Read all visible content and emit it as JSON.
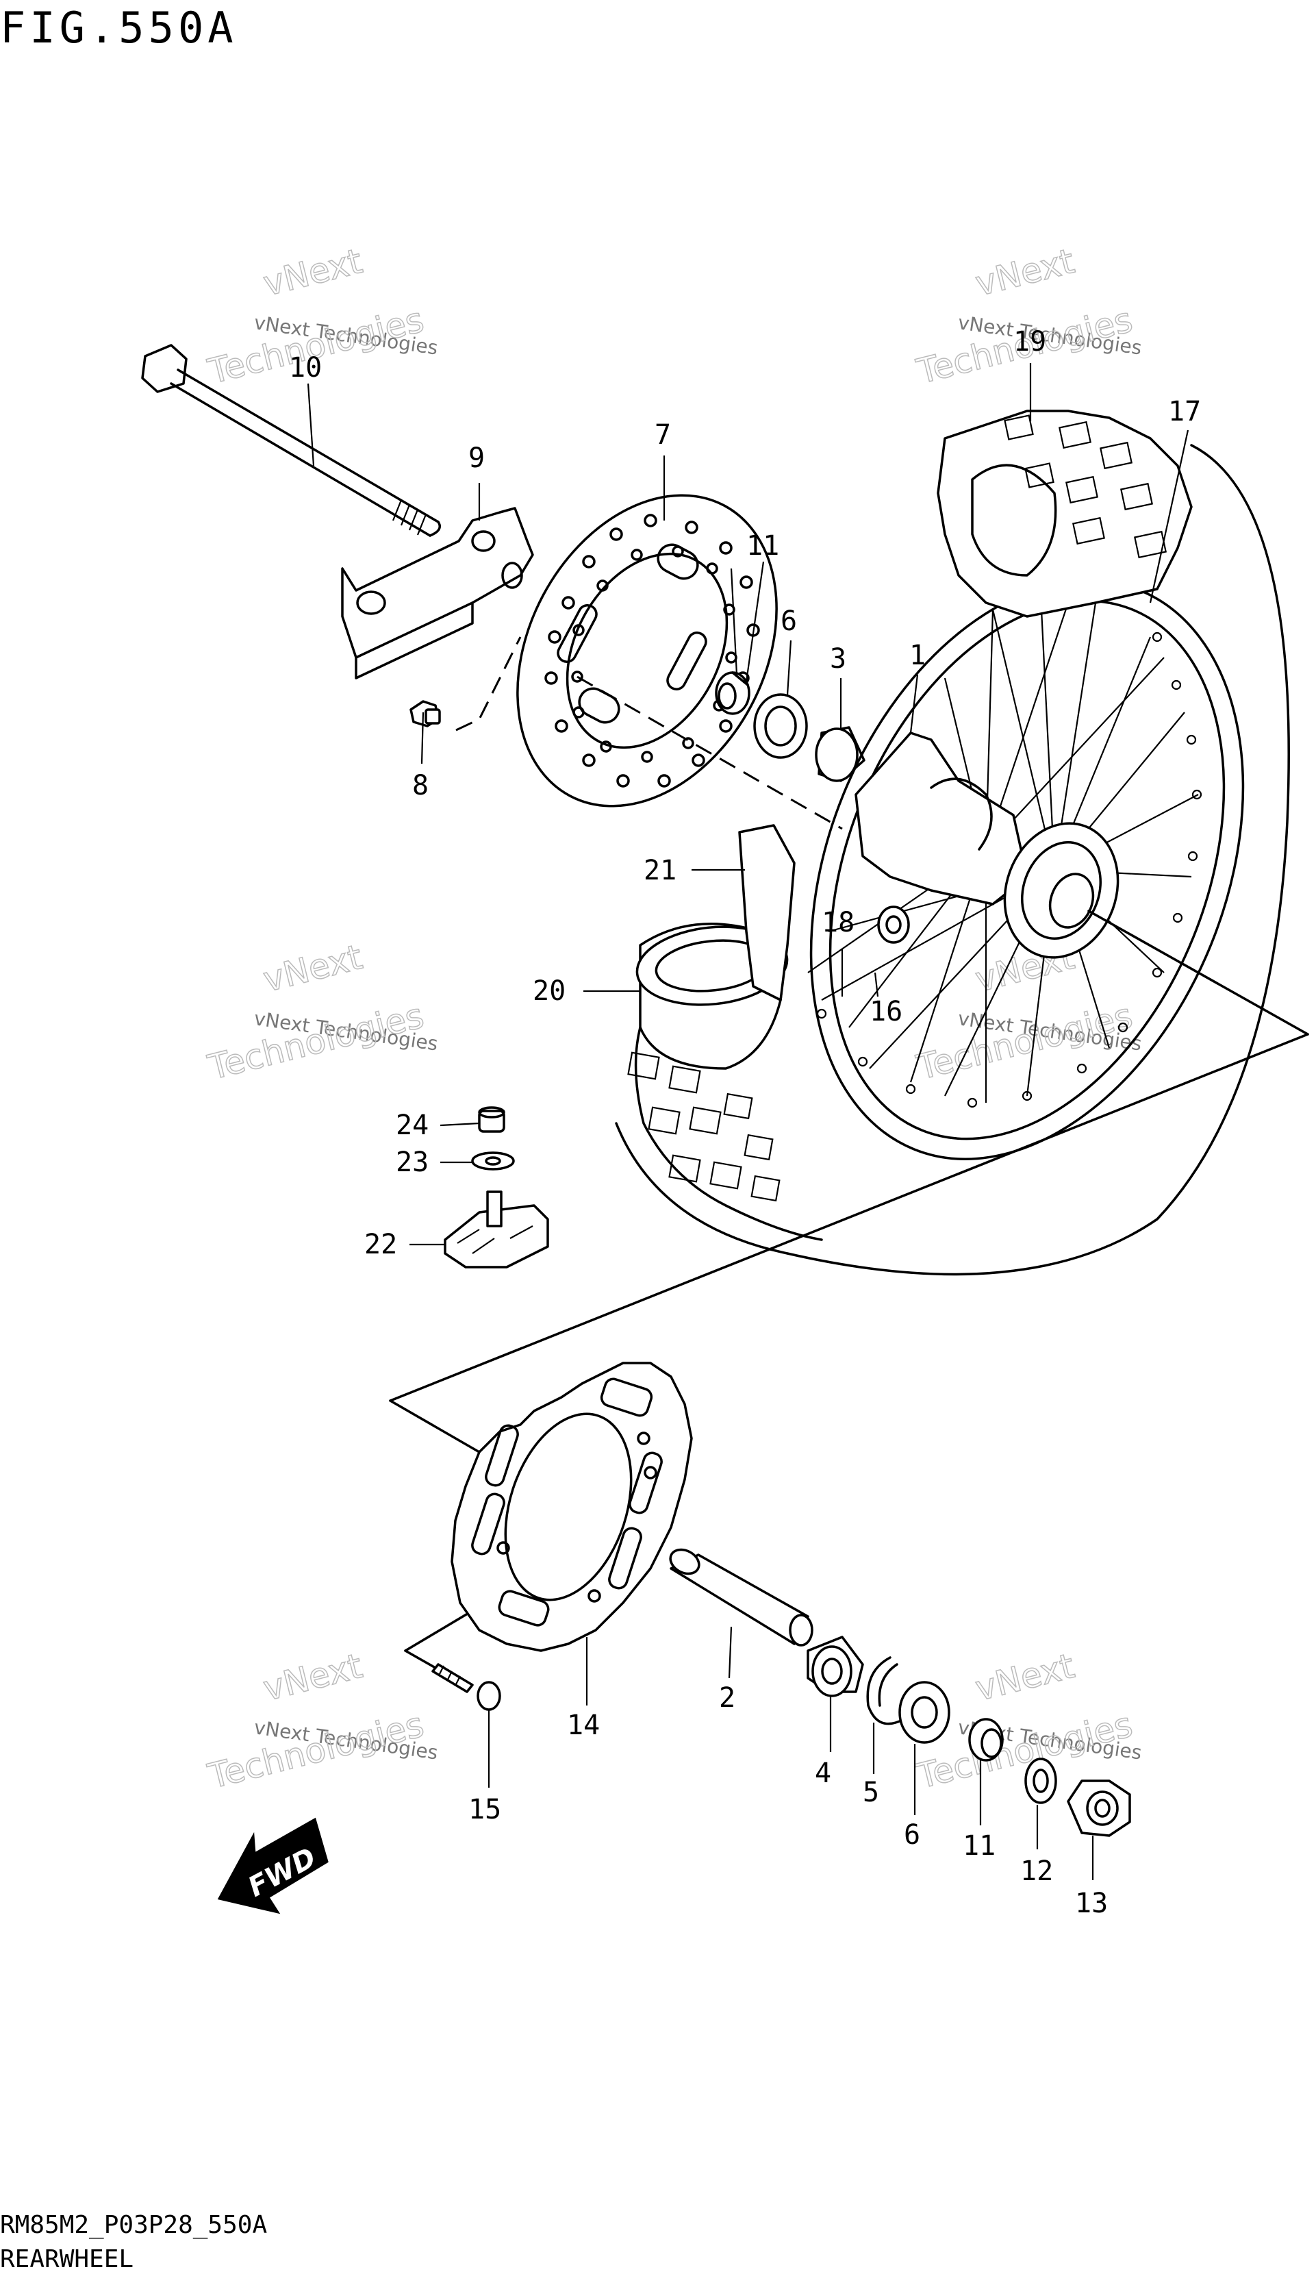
{
  "figure": {
    "title": "FIG.550A"
  },
  "footer": {
    "code": "RM85M2_P03P28_550A",
    "caption": "REARWHEEL"
  },
  "watermark": {
    "line1": "vNext",
    "line2": "vNext Technologies",
    "line3": "Technologies"
  },
  "fwd_label": "FWD",
  "callouts": [
    "1",
    "2",
    "3",
    "4",
    "5",
    "6",
    "7",
    "8",
    "9",
    "10",
    "11",
    "12",
    "13",
    "14",
    "15",
    "16",
    "17",
    "18",
    "19",
    "20",
    "21",
    "22",
    "23",
    "24",
    "6",
    "11"
  ]
}
